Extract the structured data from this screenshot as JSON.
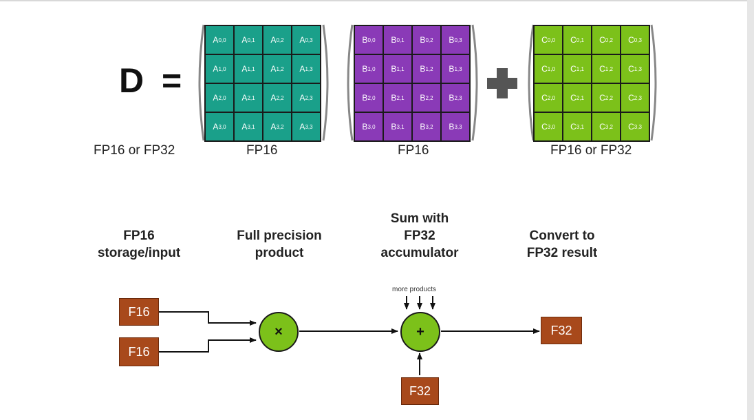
{
  "equation": {
    "lhs": "D =",
    "lhs_type": "FP16 or FP32",
    "matrix_a": {
      "type": "FP16",
      "letter": "A",
      "color": "#1aa08a",
      "cells": [
        [
          {
            "sub": "0,0"
          },
          {
            "sub": "0,1"
          },
          {
            "sub": "0,2"
          },
          {
            "sub": "0,3"
          }
        ],
        [
          {
            "sub": "1,0"
          },
          {
            "sub": "1,1"
          },
          {
            "sub": "1,2"
          },
          {
            "sub": "1,3"
          }
        ],
        [
          {
            "sub": "2,0"
          },
          {
            "sub": "2,1"
          },
          {
            "sub": "2,2"
          },
          {
            "sub": "2,3"
          }
        ],
        [
          {
            "sub": "3,0"
          },
          {
            "sub": "3,1"
          },
          {
            "sub": "3,2"
          },
          {
            "sub": "3,3"
          }
        ]
      ]
    },
    "matrix_b": {
      "type": "FP16",
      "letter": "B",
      "color": "#8a3ab7",
      "cells": [
        [
          {
            "sub": "0,0"
          },
          {
            "sub": "0,1"
          },
          {
            "sub": "0,2"
          },
          {
            "sub": "0,3"
          }
        ],
        [
          {
            "sub": "1,0"
          },
          {
            "sub": "1,1"
          },
          {
            "sub": "1,2"
          },
          {
            "sub": "1,3"
          }
        ],
        [
          {
            "sub": "2,0"
          },
          {
            "sub": "2,1"
          },
          {
            "sub": "2,2"
          },
          {
            "sub": "2,3"
          }
        ],
        [
          {
            "sub": "3,0"
          },
          {
            "sub": "3,1"
          },
          {
            "sub": "3,2"
          },
          {
            "sub": "3,3"
          }
        ]
      ]
    },
    "matrix_c": {
      "type": "FP16 or FP32",
      "letter": "C",
      "color": "#7cc11a",
      "cells": [
        [
          {
            "sub": "0,0"
          },
          {
            "sub": "0,1"
          },
          {
            "sub": "0,2"
          },
          {
            "sub": "0,3"
          }
        ],
        [
          {
            "sub": "1,0"
          },
          {
            "sub": "1,1"
          },
          {
            "sub": "1,2"
          },
          {
            "sub": "1,3"
          }
        ],
        [
          {
            "sub": "2,0"
          },
          {
            "sub": "2,1"
          },
          {
            "sub": "2,2"
          },
          {
            "sub": "2,3"
          }
        ],
        [
          {
            "sub": "3,0"
          },
          {
            "sub": "3,1"
          },
          {
            "sub": "3,2"
          },
          {
            "sub": "3,3"
          }
        ]
      ]
    }
  },
  "pipeline": {
    "stage1": {
      "line1": "FP16",
      "line2": "storage/input"
    },
    "stage2": {
      "line1": "Full precision",
      "line2": "product"
    },
    "stage3": {
      "line1": "Sum with",
      "line2": "FP32",
      "line3": "accumulator"
    },
    "stage4": {
      "line1": "Convert to",
      "line2": "FP32 result"
    },
    "input_top": "F16",
    "input_bottom": "F16",
    "multiply_op": "×",
    "add_op": "+",
    "more_products": "more products",
    "accumulator_input": "F32",
    "output": "F32",
    "box_color": "#a8491b",
    "op_color": "#7cc11a"
  }
}
